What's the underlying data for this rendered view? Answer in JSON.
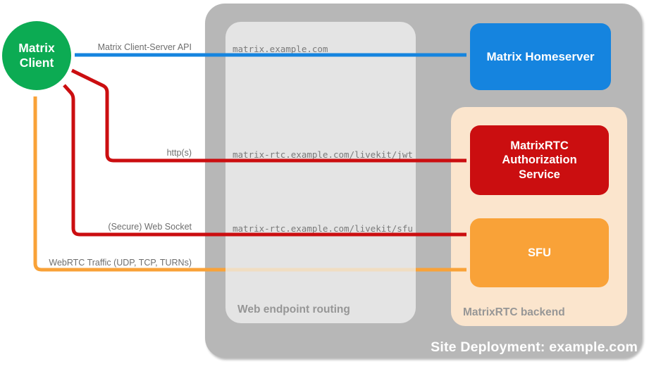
{
  "colors": {
    "green": "#0cab53",
    "blue": "#1584df",
    "red": "#cb0e10",
    "orange": "#f9a238",
    "orange_faint": "#f0ddc2",
    "peach": "#fbe5cd",
    "container_gray": "#b7b7b7",
    "routing_gray": "#e4e4e4",
    "label_gray": "#6e6e6e",
    "mono_gray": "#7a7a7a",
    "caption_gray": "#969696"
  },
  "client": {
    "line1": "Matrix",
    "line2": "Client"
  },
  "homeserver": {
    "label": "Matrix Homeserver"
  },
  "routing_box": {
    "caption": "Web endpoint routing",
    "endpoints": {
      "homeserver": "matrix.example.com",
      "jwt": "matrix-rtc.example.com/livekit/jwt",
      "sfu": "matrix-rtc.example.com/livekit/sfu"
    }
  },
  "backend_box": {
    "caption": "MatrixRTC backend",
    "auth_service": "MatrixRTC Authorization Service",
    "sfu": "SFU"
  },
  "connections": {
    "client_server_api": "Matrix Client-Server API",
    "https": "http(s)",
    "websocket": "(Secure) Web Socket",
    "webrtc": "WebRTC Traffic (UDP, TCP, TURNs)"
  },
  "footer": {
    "title": "Site Deployment: example.com"
  }
}
